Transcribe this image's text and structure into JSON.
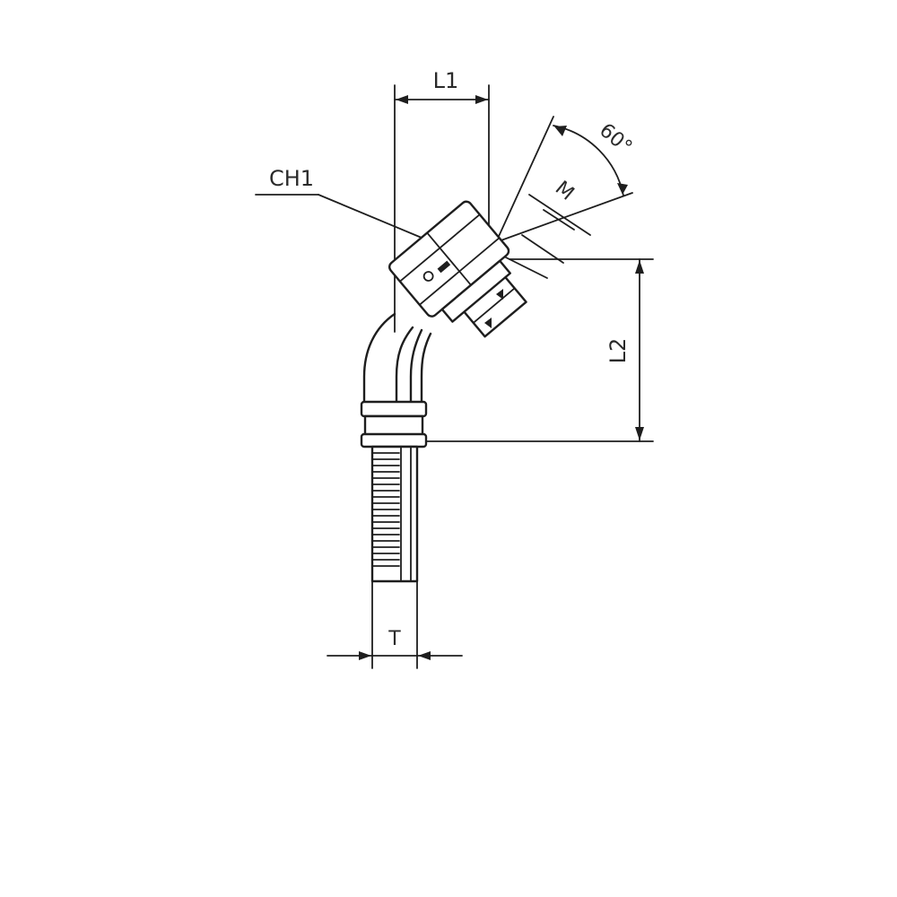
{
  "labels": {
    "l1": "L1",
    "l2": "L2",
    "ch1": "CH1",
    "m": "M",
    "angle": "60°",
    "t": "T"
  },
  "colors": {
    "line": "#1e1e1e",
    "background": "#ffffff"
  }
}
